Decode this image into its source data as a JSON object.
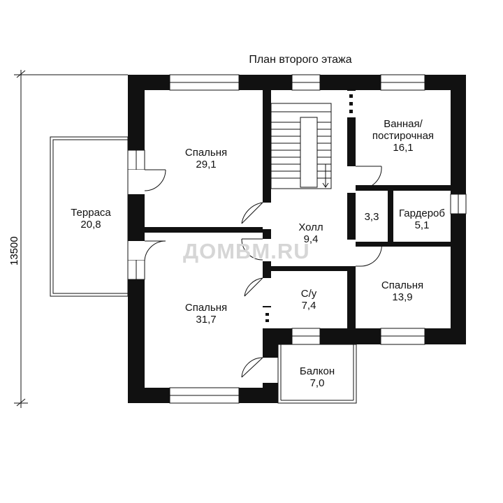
{
  "title": "План второго этажа",
  "watermark": "ДОМВМ.RU",
  "dimension": "13500",
  "rooms": {
    "bedroom_top": {
      "name": "Спальня",
      "area": "29,1"
    },
    "bathroom": {
      "name": "Ванная/",
      "name2": "постирочная",
      "area": "16,1"
    },
    "terrace": {
      "name": "Терраса",
      "area": "20,8"
    },
    "hall": {
      "name": "Холл",
      "area": "9,4"
    },
    "corridor": {
      "area": "3,3"
    },
    "wardrobe": {
      "name": "Гардероб",
      "area": "5,1"
    },
    "bedroom_bottom": {
      "name": "Спальня",
      "area": "31,7"
    },
    "wc": {
      "name": "С/у",
      "area": "7,4"
    },
    "bedroom_right": {
      "name": "Спальня",
      "area": "13,9"
    },
    "balcony": {
      "name": "Балкон",
      "area": "7,0"
    }
  },
  "colors": {
    "wall": "#111111",
    "line": "#111111",
    "watermark": "#d6d6d6"
  }
}
